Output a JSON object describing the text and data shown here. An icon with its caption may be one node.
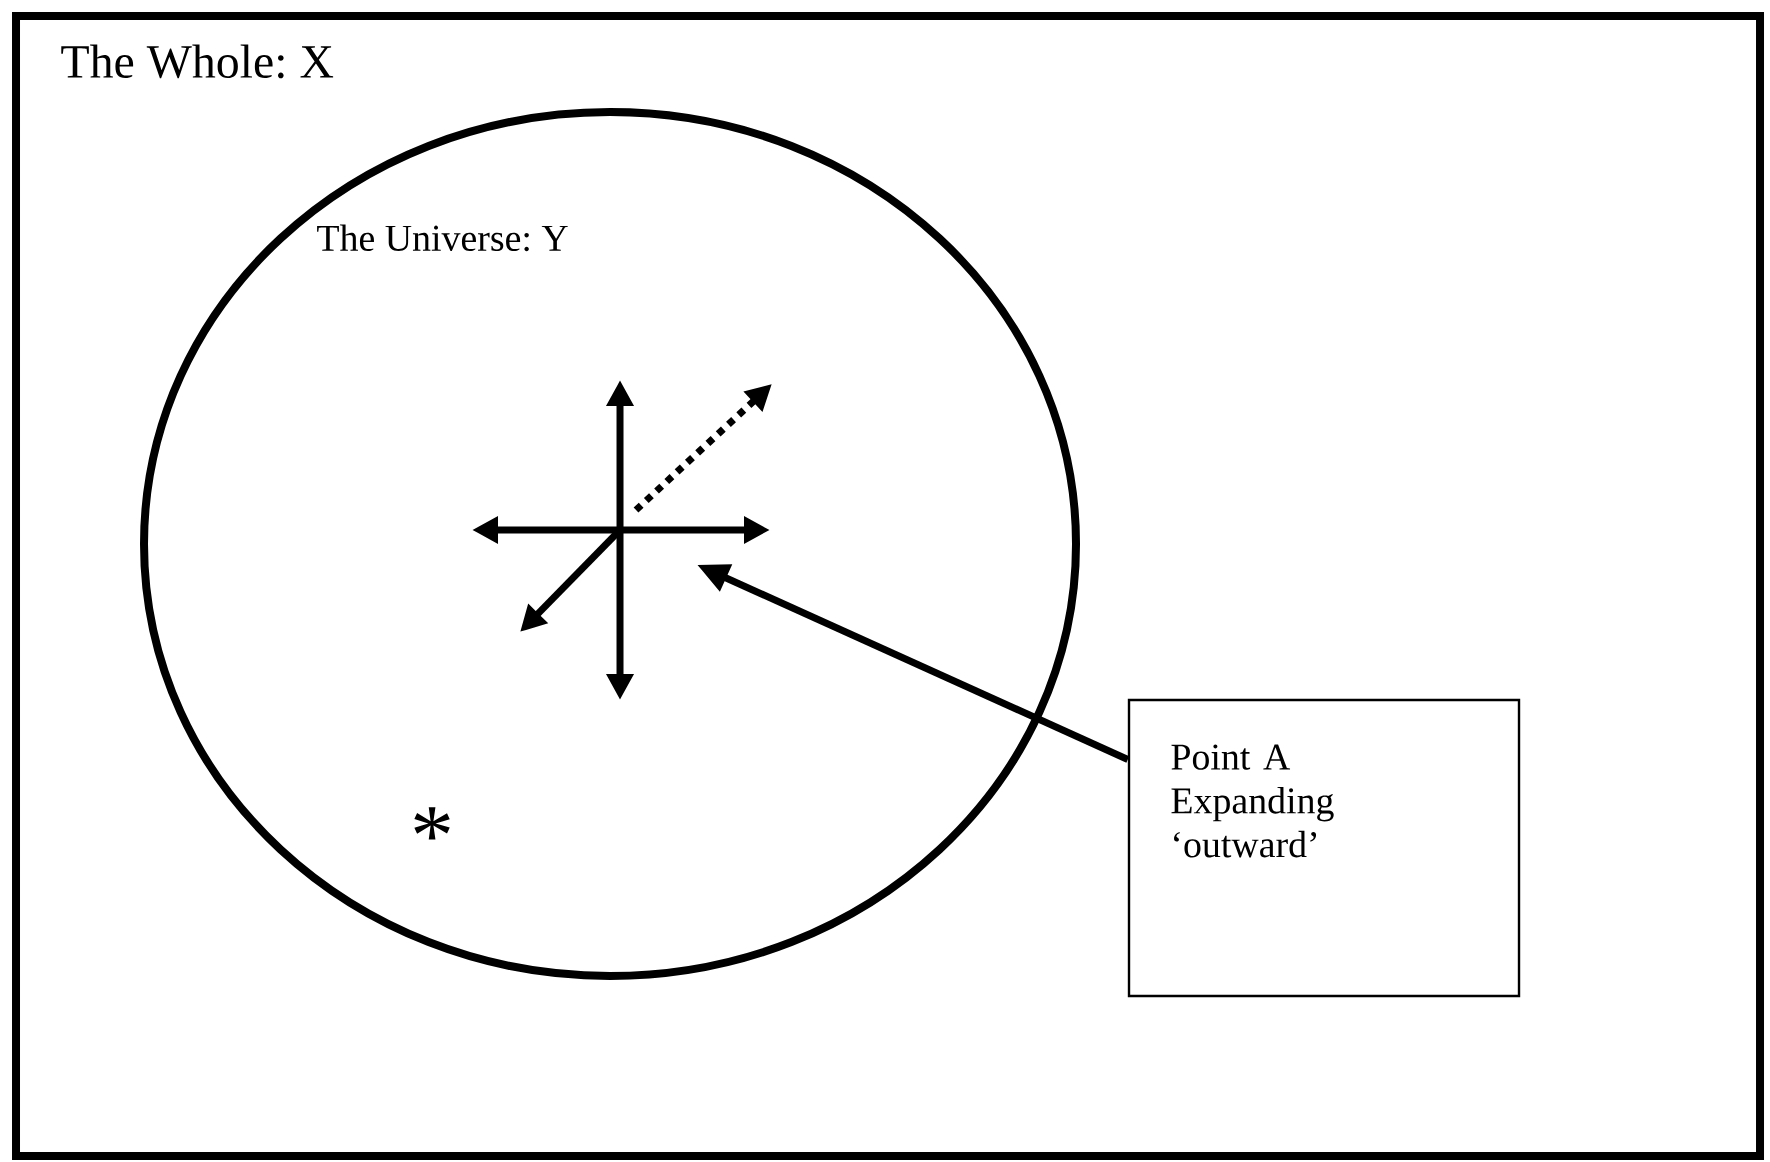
{
  "diagram": {
    "nodes": [
      {
        "text": [
          "The Whole: X"
        ]
      },
      {
        "text": [
          "The Universe: Y"
        ],
        "in": 0
      },
      {
        "text": [
          "Point A Expanding ‘outward’"
        ],
        "in": 0
      },
      {
        "text": [],
        "shape": "picture",
        "in": 1
      }
    ],
    "edges": [
      {
        "from": 2,
        "to": 3,
        "arrow": "to"
      }
    ],
    "labels": [
      "*"
    ]
  }
}
